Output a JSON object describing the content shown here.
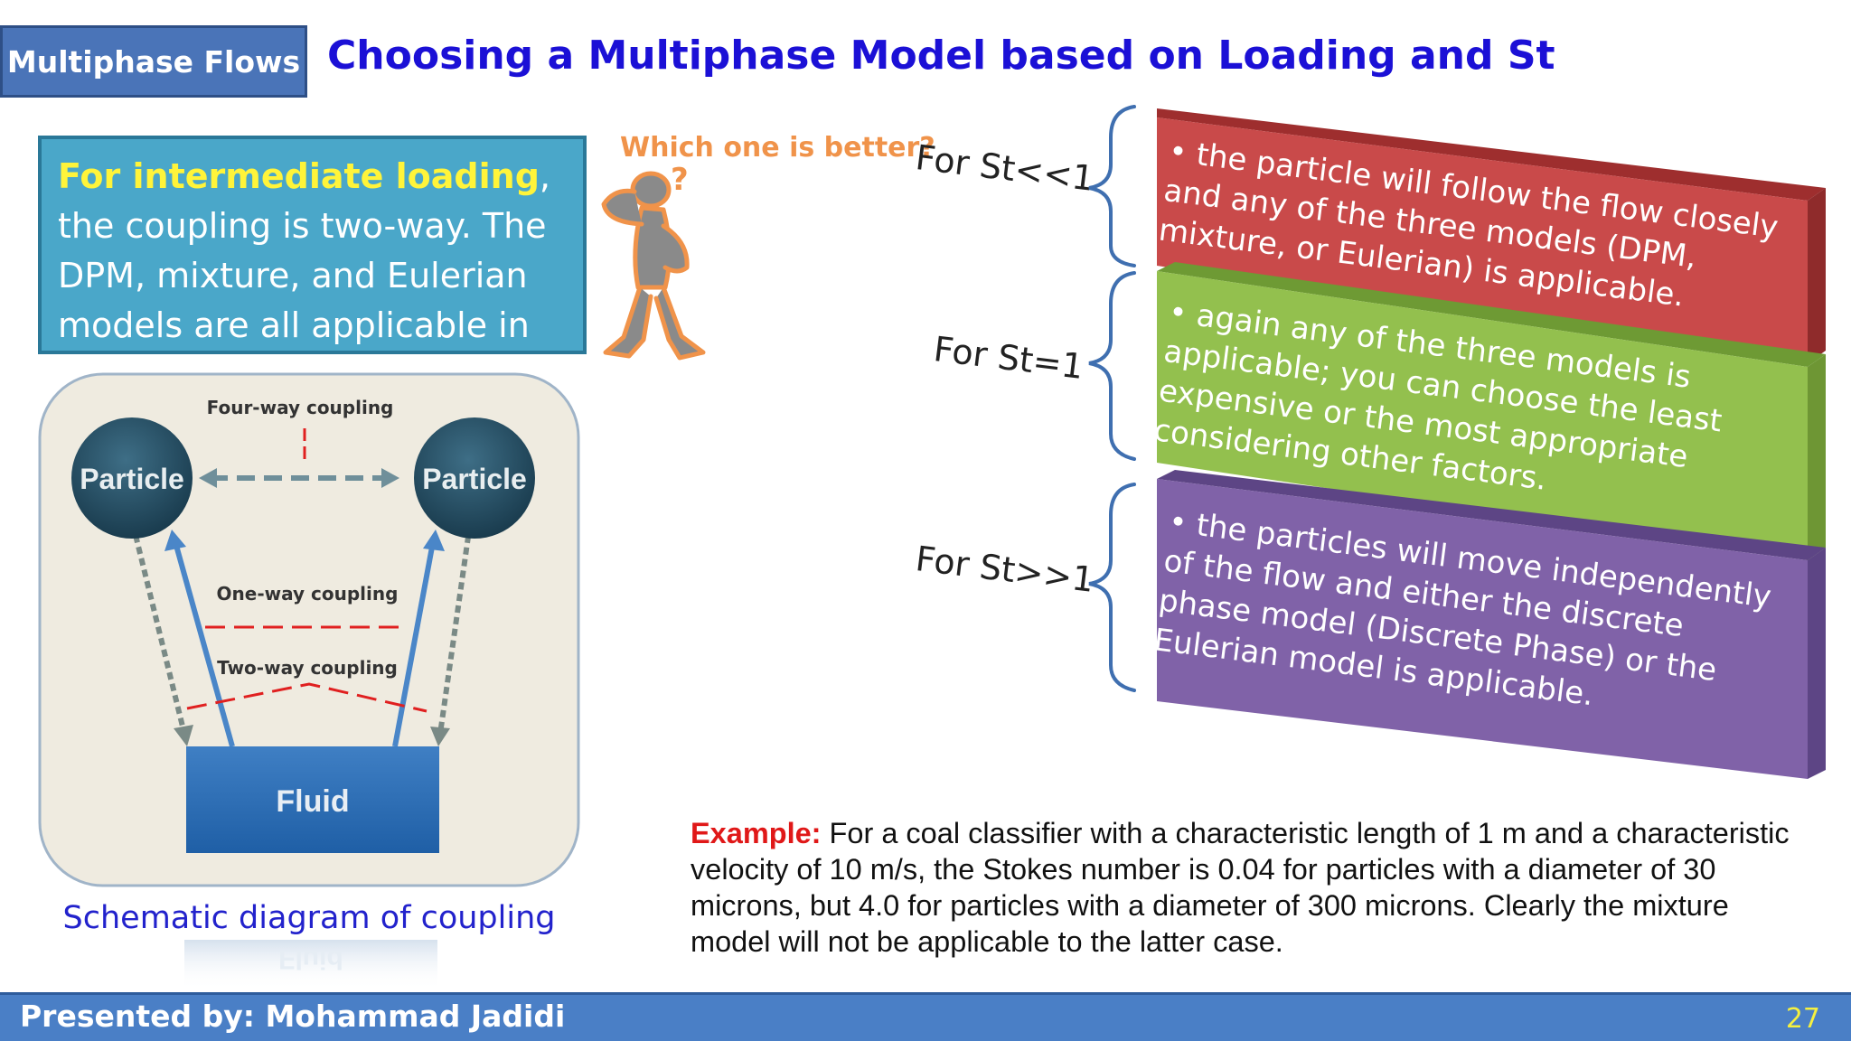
{
  "header": {
    "section_tab": "Multiphase Flows",
    "title": "Choosing a Multiphase Model based on Loading and St"
  },
  "loading_box": {
    "highlight": "For intermediate loading",
    "text": ", the coupling is two-way. The DPM, mixture, and Eulerian models are all applicable in this case"
  },
  "question": "Which one is better?",
  "diagram": {
    "particle_left": "Particle",
    "particle_right": "Particle",
    "fluid": "Fluid",
    "fluid_reflection": "Fluid",
    "four_way": "Four-way coupling",
    "one_way": "One-way coupling",
    "two_way": "Two-way coupling",
    "caption": "Schematic diagram of coupling"
  },
  "cases": [
    {
      "label": "For St<<1",
      "color": "#c94a4a",
      "lines": [
        "• the particle will follow the flow closely",
        "and any of the three models (DPM,",
        "mixture, or Eulerian) is applicable."
      ]
    },
    {
      "label": "For St=1",
      "color": "#93c04e",
      "lines": [
        "• again any of the three models is",
        "applicable; you can choose the least",
        "expensive or the most appropriate",
        "considering other factors."
      ]
    },
    {
      "label": "For St>>1",
      "color": "#8062a8",
      "lines": [
        "•  the particles will move independently",
        "of the flow and either the discrete",
        "phase model (Discrete Phase) or the",
        "Eulerian model is applicable."
      ]
    }
  ],
  "example": {
    "label": "Example:",
    "text": " For a coal classifier with a characteristic length of 1 m and a characteristic velocity of 10 m/s, the Stokes number is 0.04 for particles with a diameter of 30 microns, but 4.0 for particles with a diameter of 300 microns. Clearly the mixture model will not be applicable to the latter case."
  },
  "footer": {
    "presenter": "Presented by: Mohammad Jadidi",
    "page_number": "27"
  }
}
